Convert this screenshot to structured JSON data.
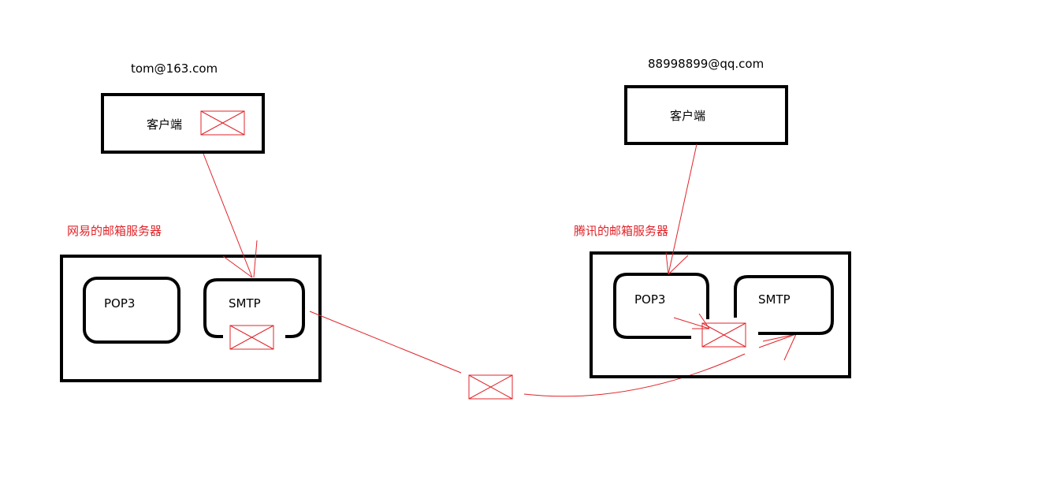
{
  "left": {
    "email": "tom@163.com",
    "client_label": "客户端",
    "server_label": "网易的邮箱服务器",
    "pop3": "POP3",
    "smtp": "SMTP"
  },
  "right": {
    "email": "88998899@qq.com",
    "client_label": "客户端",
    "server_label": "腾讯的邮箱服务器",
    "pop3": "POP3",
    "smtp": "SMTP"
  },
  "colors": {
    "accent": "#e0242a",
    "stroke": "#000000"
  }
}
